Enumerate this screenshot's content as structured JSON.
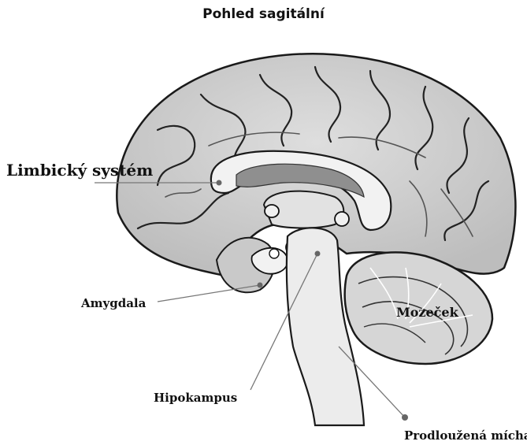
{
  "title": "Pohled sagitální",
  "labels": {
    "limbic": "Limbický systém",
    "amygdala": "Amygdala",
    "hippocampus": "Hipokampus",
    "cerebellum": "Mozeček",
    "medulla": "Prodloužená mícha"
  },
  "colors": {
    "cortex": "#cfcfcf",
    "cortex_dark": "#a9a9a9",
    "white_matter": "#eeeeee",
    "ventricle": "#9a9a9a",
    "outline": "#1a1a1a"
  }
}
